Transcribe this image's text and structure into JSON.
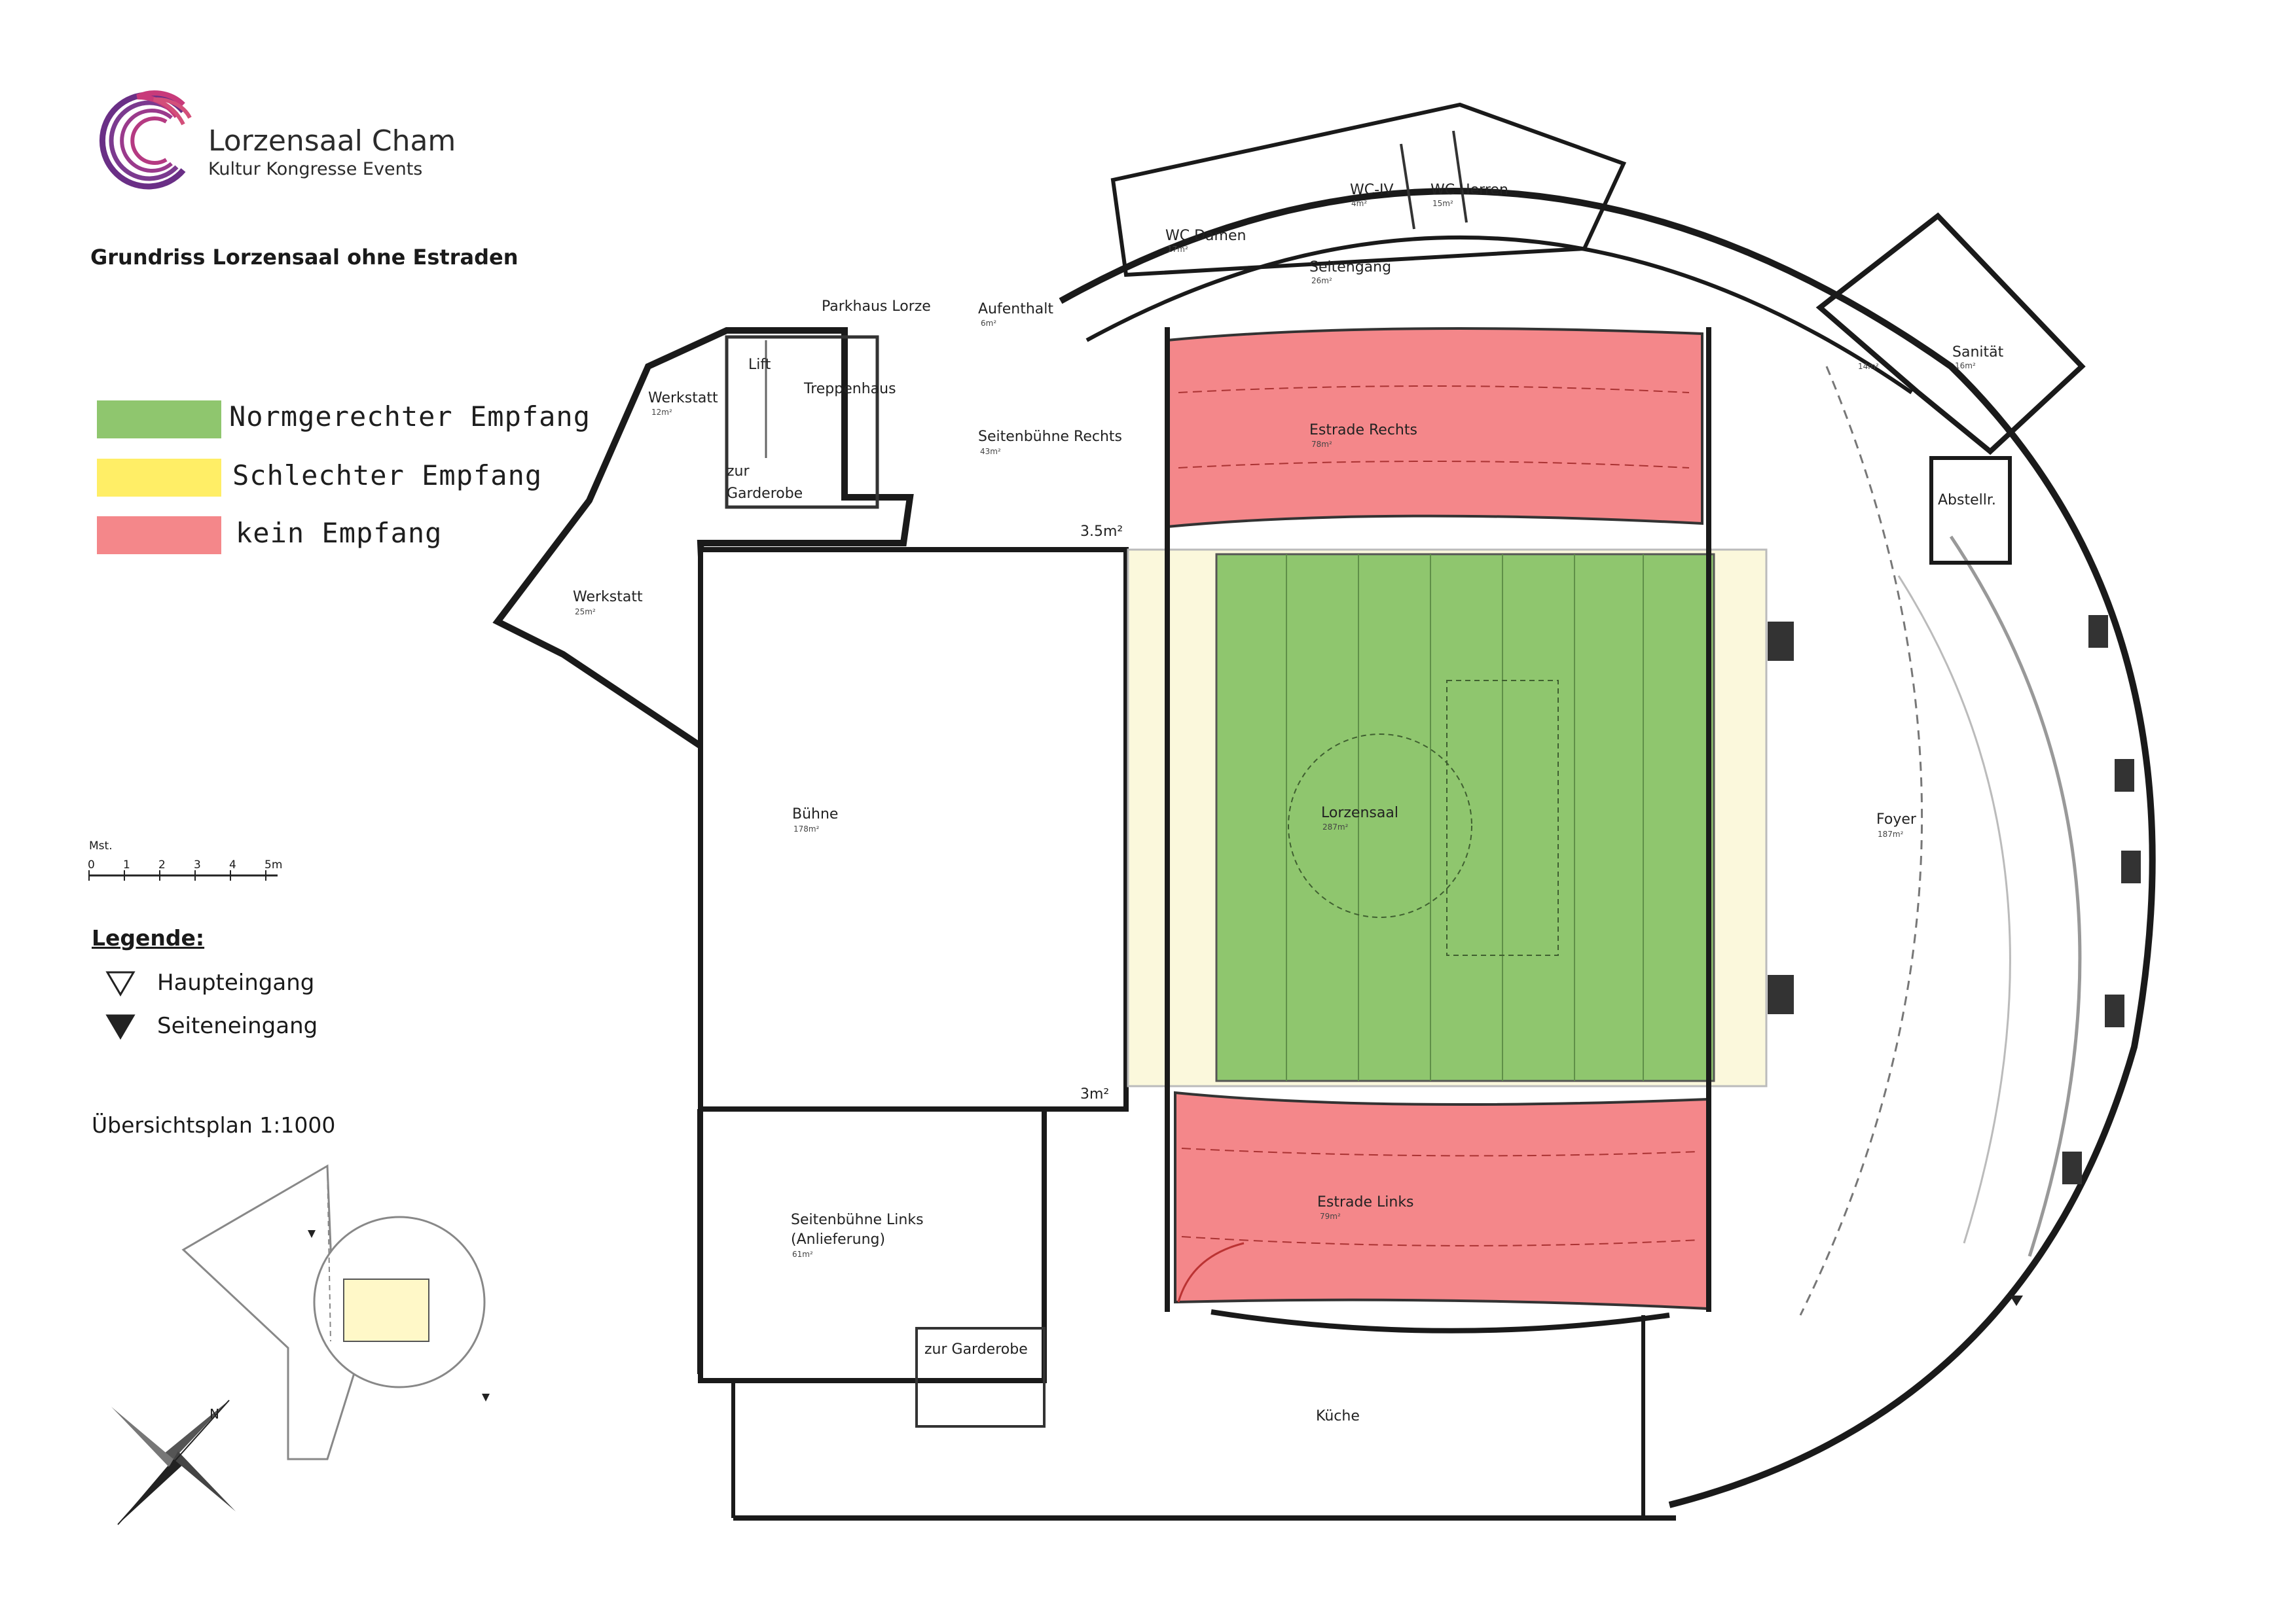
{
  "brand": {
    "name": "Lorzensaal Cham",
    "tagline": "Kultur Kongresse Events"
  },
  "plan_title": "Grundriss Lorzensaal ohne Estraden",
  "reception_legend": [
    {
      "label": "Normgerechter Empfang",
      "color": "#8fc66e"
    },
    {
      "label": "Schlechter Empfang",
      "color": "#ffee66"
    },
    {
      "label": "kein Empfang",
      "color": "#f4878a"
    }
  ],
  "scale_bar": {
    "label": "Mst.",
    "ticks": [
      "0",
      "1",
      "2",
      "3",
      "4",
      "5m"
    ]
  },
  "legende": {
    "title": "Legende:",
    "items": [
      {
        "label": "Haupteingang",
        "icon": "hollow-triangle-icon"
      },
      {
        "label": "Seiteneingang",
        "icon": "filled-triangle-icon"
      }
    ]
  },
  "overview_label": "Übersichtsplan 1:1000",
  "rooms": {
    "parkhaus": "Parkhaus Lorze",
    "lift": "Lift",
    "treppenhaus": "Treppenhaus",
    "werkstatt_small": {
      "name": "Werkstatt",
      "area": "12m²"
    },
    "zur_garderobe_top_1": "zur",
    "zur_garderobe_top_2": "Garderobe",
    "werkstatt_large": {
      "name": "Werkstatt",
      "area": "25m²"
    },
    "aufenthalt": {
      "name": "Aufenthalt",
      "area": "6m²"
    },
    "seitenbuehne_rechts": {
      "name": "Seitenbühne Rechts",
      "area": "43m²"
    },
    "wc_damen": {
      "name": "WC Damen",
      "area": "17m²"
    },
    "wc_iv": {
      "name": "WC-IV",
      "area": "4m²"
    },
    "wc_herren": {
      "name": "WC Herren",
      "area": "15m²"
    },
    "seitengang": {
      "name": "Seitengang",
      "area": "26m²"
    },
    "estrade_rechts": {
      "name": "Estrade Rechts",
      "area": "78m²"
    },
    "estrade_links": {
      "name": "Estrade Links",
      "area": "79m²"
    },
    "small_35": "3.5m²",
    "small_3": "3m²",
    "buehne": {
      "name": "Bühne",
      "area": "178m²"
    },
    "lorzensaal": {
      "name": "Lorzensaal",
      "area": "287m²"
    },
    "foyer": {
      "name": "Foyer",
      "area": "187m²"
    },
    "sanitaet": {
      "name": "Sanität",
      "area": "16m²"
    },
    "room_14": "14m²",
    "abstellr": "Abstellr.",
    "seitenbuehne_links": {
      "name": "Seitenbühne Links",
      "sub": "(Anlieferung)",
      "area": "61m²"
    },
    "zur_garderobe_bottom": "zur Garderobe",
    "kueche": "Küche"
  },
  "colors": {
    "green": "#8fc66e",
    "yellow": "#ffee66",
    "red": "#f4878a",
    "cream": "#fbf8dc",
    "wall": "#1a1a1a",
    "wall_grey": "#8c8c8c",
    "logo_purple": "#7b3a8f",
    "logo_pink": "#c83a7a"
  }
}
